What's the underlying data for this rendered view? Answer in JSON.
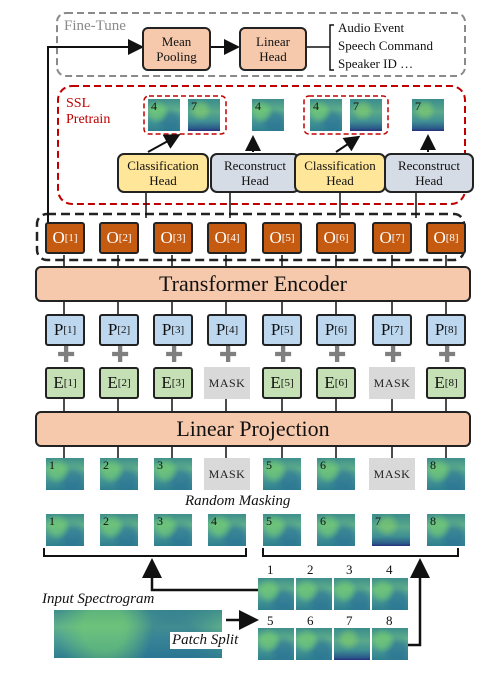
{
  "finetune": {
    "label": "Fine-Tune",
    "mean_pooling": "Mean\nPooling",
    "linear_head": "Linear\nHead",
    "tasks": [
      "Audio Event",
      "Speech Command",
      "Speaker ID …"
    ]
  },
  "ssl": {
    "label": "SSL\nPretrain",
    "classification_head": "Classification\nHead",
    "reconstruct_head": "Reconstruct\nHead",
    "patch_labels": [
      "4",
      "7",
      "4",
      "4",
      "7",
      "7"
    ]
  },
  "outputs": [
    "O[1]",
    "O[2]",
    "O[3]",
    "O[4]",
    "O[5]",
    "O[6]",
    "O[7]",
    "O[8]"
  ],
  "transformer_encoder": "Transformer Encoder",
  "positions": [
    "P[1]",
    "P[2]",
    "P[3]",
    "P[4]",
    "P[5]",
    "P[6]",
    "P[7]",
    "P[8]"
  ],
  "embeddings": [
    "E[1]",
    "E[2]",
    "E[3]",
    "MASK",
    "E[5]",
    "E[6]",
    "MASK",
    "E[8]"
  ],
  "linear_projection": "Linear Projection",
  "masked_patches": [
    "1",
    "2",
    "3",
    "MASK",
    "5",
    "6",
    "MASK",
    "8"
  ],
  "random_masking": "Random Masking",
  "patches": [
    "1",
    "2",
    "3",
    "4",
    "5",
    "6",
    "7",
    "8"
  ],
  "input_spectrogram": "Input Spectrogram",
  "patch_split": "Patch Split",
  "split_grid_labels": [
    "1",
    "2",
    "3",
    "4",
    "5",
    "6",
    "7",
    "8"
  ]
}
